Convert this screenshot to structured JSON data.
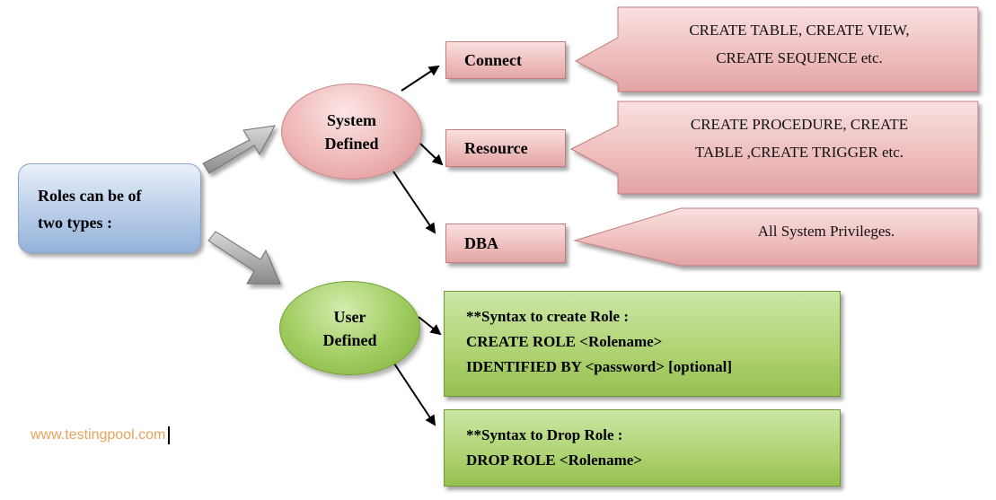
{
  "root": {
    "line1": "Roles can be of",
    "line2": "two types :"
  },
  "system": {
    "line1": "System",
    "line2": "Defined",
    "roles": [
      {
        "name": "Connect",
        "description_lines": [
          "CREATE TABLE, CREATE VIEW,",
          "CREATE SEQUENCE etc."
        ]
      },
      {
        "name": "Resource",
        "description_lines": [
          "CREATE PROCEDURE, CREATE",
          "TABLE ,CREATE TRIGGER etc."
        ]
      },
      {
        "name": "DBA",
        "description_lines": [
          "All System Privileges."
        ]
      }
    ]
  },
  "user": {
    "line1": "User",
    "line2": "Defined",
    "create_syntax": {
      "line1": "**Syntax to create Role :",
      "line2": "CREATE ROLE <Rolename>",
      "line3": "IDENTIFIED BY  <password> [optional]"
    },
    "drop_syntax": {
      "line1": "**Syntax to Drop Role :",
      "line2": "DROP ROLE <Rolename>"
    }
  },
  "watermark": "www.testingpool.com",
  "colors": {
    "root_fill": "#b9cde8",
    "system_fill": "#efb6b6",
    "user_fill": "#9fcc5f",
    "watermark": "#e8a25a"
  }
}
